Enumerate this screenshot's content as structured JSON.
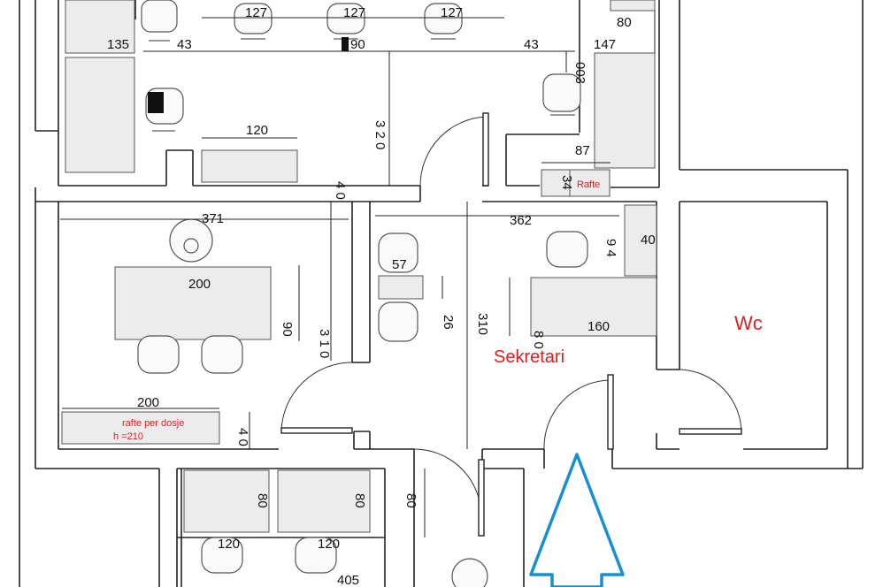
{
  "labels": {
    "sekretari": "Sekretari",
    "wc": "Wc",
    "rafte": "Rafte",
    "rafte_dosje": "rafte per dosje",
    "h210": "h =210"
  },
  "dims": {
    "d127a": "127",
    "d127b": "127",
    "d127c": "127",
    "d80top": "80",
    "d135": "135",
    "d43a": "43",
    "d90top": "90",
    "d43b": "43",
    "d147": "147",
    "d003": "003",
    "d120top": "120",
    "d320": "3 2 0",
    "d40a": "4 0",
    "d87": "87",
    "d34": "34",
    "d371": "371",
    "d362": "362",
    "d200a": "200",
    "d57": "57",
    "d94": "9 4",
    "d40b": "40",
    "d90mid": "90",
    "d310a": "3 1 0",
    "d26": "26",
    "d310b": "310",
    "d80mid": "8 0",
    "d160": "160",
    "d200b": "200",
    "d40c": "4 0",
    "d80bot": "80",
    "d80bot2": "80",
    "d120b": "120",
    "d120c": "120",
    "d405": "405",
    "d80door": "80"
  },
  "colors": {
    "wall": "#222222",
    "furniture": "#ececec",
    "label_red": "#d92020",
    "arrow_blue": "#1a8fd0"
  },
  "icons": {
    "entrance": "entrance-arrow-icon"
  }
}
